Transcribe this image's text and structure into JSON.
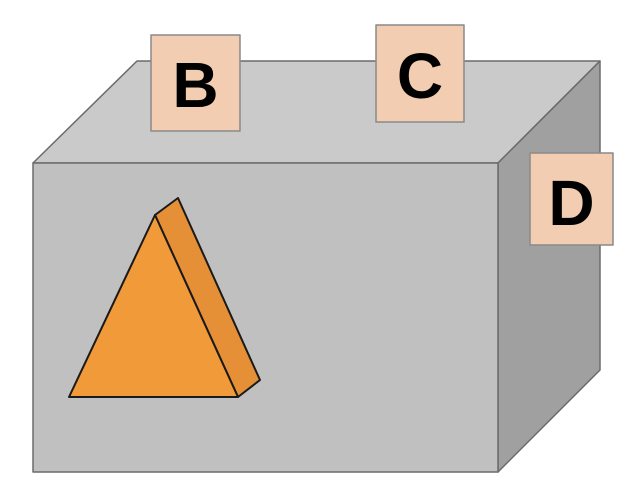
{
  "labels": {
    "b": "B",
    "c": "C",
    "d": "D"
  },
  "colors": {
    "box_front": "#c0c0c0",
    "box_top": "#cacaca",
    "box_side": "#a0a0a0",
    "box_stroke": "#6b6b6b",
    "label_fill": "#f3cdb2",
    "label_stroke": "#8a8a8a",
    "triangle_front": "#f09a3a",
    "triangle_side": "#e58f37",
    "triangle_stroke": "#1a1a1a"
  }
}
